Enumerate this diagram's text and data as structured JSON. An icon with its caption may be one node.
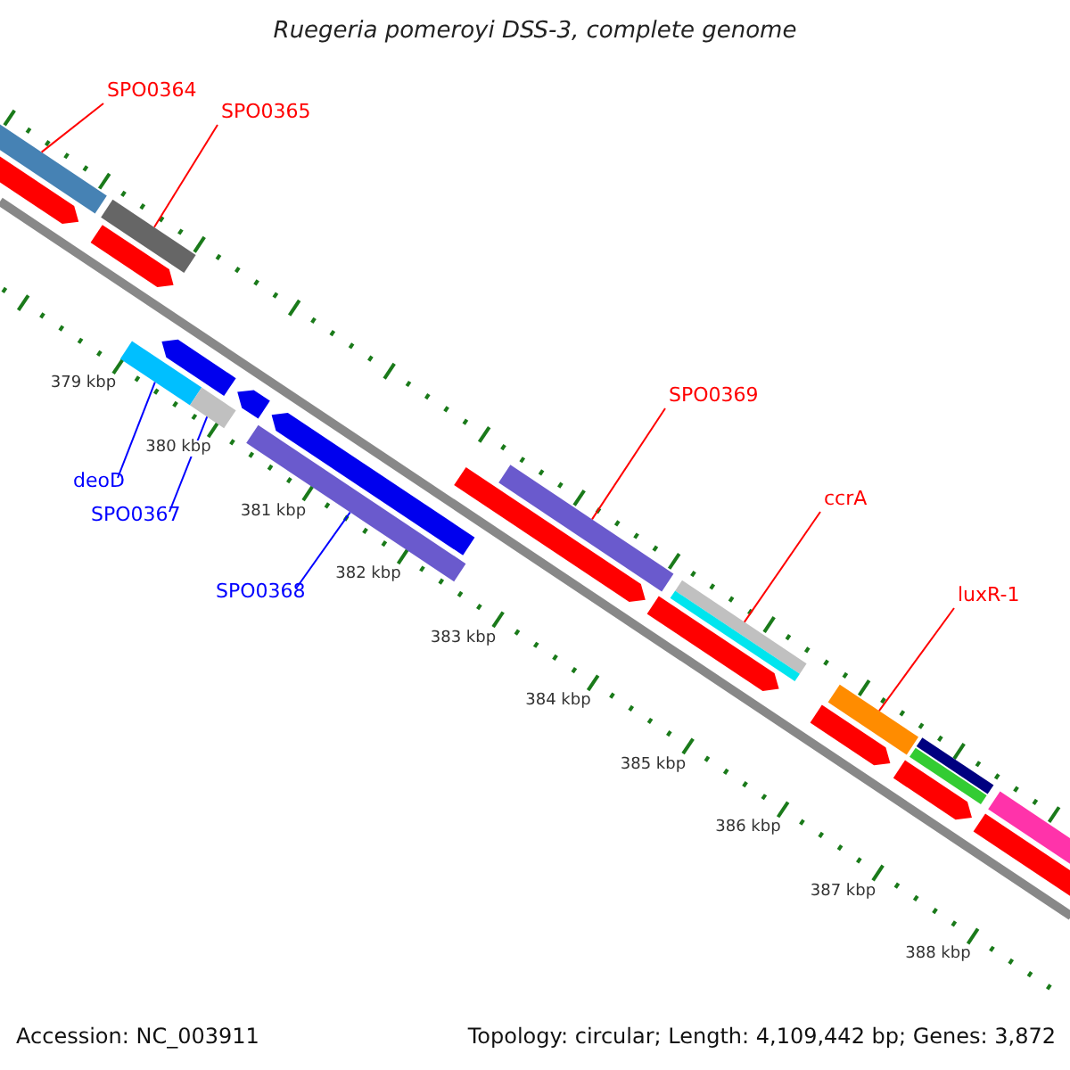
{
  "diagram": {
    "title": "Ruegeria pomeroyi DSS-3, complete genome",
    "nodes": [
      {
        "text": [
          "SPO0364"
        ]
      },
      {
        "text": [],
        "shape": "bar"
      },
      {
        "text": [
          "SPO0365"
        ]
      },
      {
        "text": [],
        "shape": "bar"
      },
      {
        "text": [
          "SPO0369"
        ]
      },
      {
        "text": [],
        "shape": "bar"
      },
      {
        "text": [
          "ccrA"
        ]
      },
      {
        "text": [],
        "shape": "bar"
      },
      {
        "text": [
          "luxR-1"
        ]
      },
      {
        "text": [],
        "shape": "bar"
      },
      {
        "text": [
          "deoD"
        ]
      },
      {
        "text": [],
        "shape": "bar"
      },
      {
        "text": [
          "SPO0367"
        ]
      },
      {
        "text": [],
        "shape": "bar"
      },
      {
        "text": [
          "SPO0368"
        ]
      },
      {
        "text": [],
        "shape": "bar"
      },
      {
        "text": [],
        "shape": "arrow"
      },
      {
        "text": [],
        "shape": "arrow"
      },
      {
        "text": [],
        "shape": "arrow"
      },
      {
        "text": [],
        "shape": "arrow"
      },
      {
        "text": [],
        "shape": "arrow"
      },
      {
        "text": [],
        "shape": "arrow"
      },
      {
        "text": [],
        "shape": "arrow"
      },
      {
        "text": [],
        "shape": "bar"
      },
      {
        "text": [],
        "shape": "arrow"
      },
      {
        "text": [],
        "shape": "bar"
      },
      {
        "text": [],
        "shape": "bar"
      },
      {
        "text": [],
        "shape": "arrow"
      },
      {
        "text": [],
        "shape": "bar"
      },
      {
        "text": [],
        "shape": "arrow"
      }
    ],
    "edges": [
      {
        "from": 0,
        "to": 1,
        "arrow": "none"
      },
      {
        "from": 2,
        "to": 3,
        "arrow": "none"
      },
      {
        "from": 4,
        "to": 5,
        "arrow": "none"
      },
      {
        "from": 6,
        "to": 7,
        "arrow": "none"
      },
      {
        "from": 8,
        "to": 9,
        "arrow": "none"
      },
      {
        "from": 10,
        "to": 11,
        "arrow": "none",
        "color": "#0000ff"
      },
      {
        "from": 12,
        "to": 13,
        "arrow": "none",
        "color": "#0000ff"
      },
      {
        "from": 14,
        "to": 15,
        "arrow": "none",
        "color": "#0000ff"
      }
    ],
    "labels": [
      "379 kbp",
      "380 kbp",
      "381 kbp",
      "382 kbp",
      "383 kbp",
      "384 kbp",
      "385 kbp",
      "386 kbp",
      "387 kbp",
      "388 kbp",
      "Accession: NC_003911",
      "Topology: circular; Length: 4,109,442 bp; Genes: 3,872"
    ]
  }
}
